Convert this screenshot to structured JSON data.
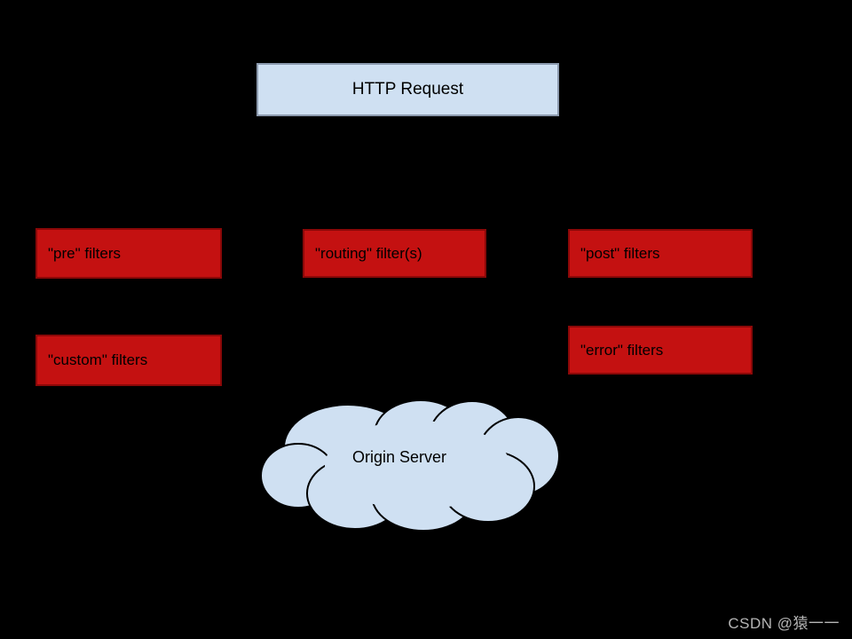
{
  "colors": {
    "canvas-bg": "#000000",
    "blue-fill": "#cfe0f2",
    "blue-border": "#8b99ad",
    "red-fill": "#c41111",
    "red-border": "#8b0808",
    "watermark-color": "#b5b5b5"
  },
  "diagram": {
    "request_box": {
      "label": "HTTP Request"
    },
    "filters": [
      {
        "id": "pre",
        "label": "\"pre\" filters"
      },
      {
        "id": "routing",
        "label": "\"routing\" filter(s)"
      },
      {
        "id": "post",
        "label": "\"post\" filters"
      },
      {
        "id": "custom",
        "label": "\"custom\" filters"
      },
      {
        "id": "error",
        "label": "\"error\" filters"
      }
    ],
    "cloud": {
      "label": "Origin Server"
    }
  },
  "watermark": {
    "text": "CSDN @猿一一"
  }
}
